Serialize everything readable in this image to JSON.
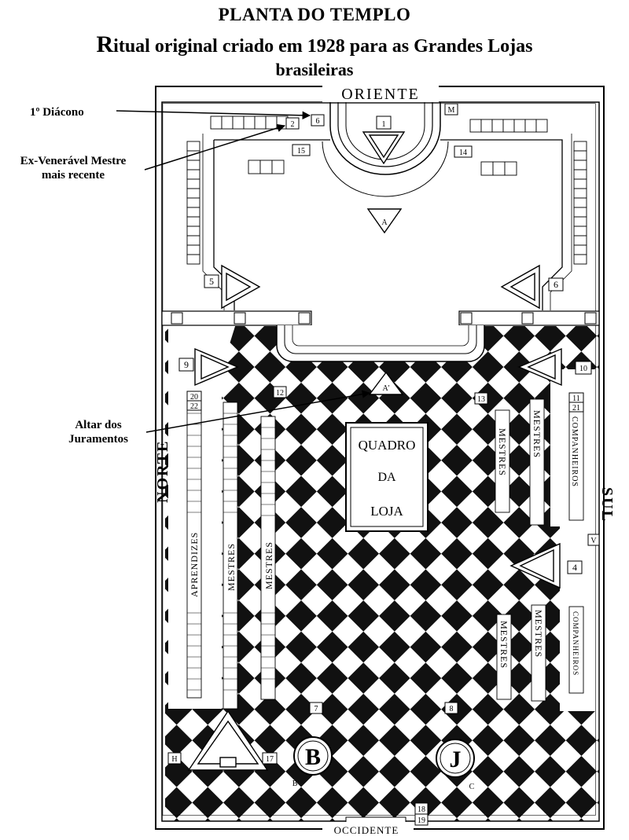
{
  "title": "PLANTA DO TEMPLO",
  "subtitle_first": "R",
  "subtitle_rest": "itual original criado em 1928 para as Grandes Lojas",
  "subtitle_line2": "brasileiras",
  "annotations": {
    "deacon": "1º Diácono",
    "ex_master_line1": "Ex-Venerável Mestre",
    "ex_master_line2": "mais recente",
    "altar_line1": "Altar dos",
    "altar_line2": "Juramentos"
  },
  "directions": {
    "east": "ORIENTE",
    "west": "OCCIDENTE",
    "north": "NORTE",
    "south": "SUL"
  },
  "board": {
    "line1": "QUADRO",
    "line2": "DA",
    "line3": "LOJA"
  },
  "columns": {
    "left": "B",
    "right": "J"
  },
  "bench_labels": {
    "aprendizes": "APRENDIZES",
    "mestres": "MESTRES",
    "companheiros": "COMPANHEIROS"
  },
  "markers": {
    "n1": "1",
    "n2": "2",
    "n4": "4",
    "n5": "5",
    "n6": "6",
    "n6b": "6",
    "n7": "7",
    "n8": "8",
    "n9": "9",
    "n10": "10",
    "n11": "11",
    "n12": "12",
    "n13": "13",
    "n14": "14",
    "n15": "15",
    "n17": "17",
    "n18": "18",
    "n19": "19",
    "n20": "20",
    "n21": "21",
    "n22": "22",
    "a": "A",
    "a2": "A'",
    "m": "M",
    "h": "H",
    "v": "V",
    "b2": "B'",
    "c": "C"
  }
}
